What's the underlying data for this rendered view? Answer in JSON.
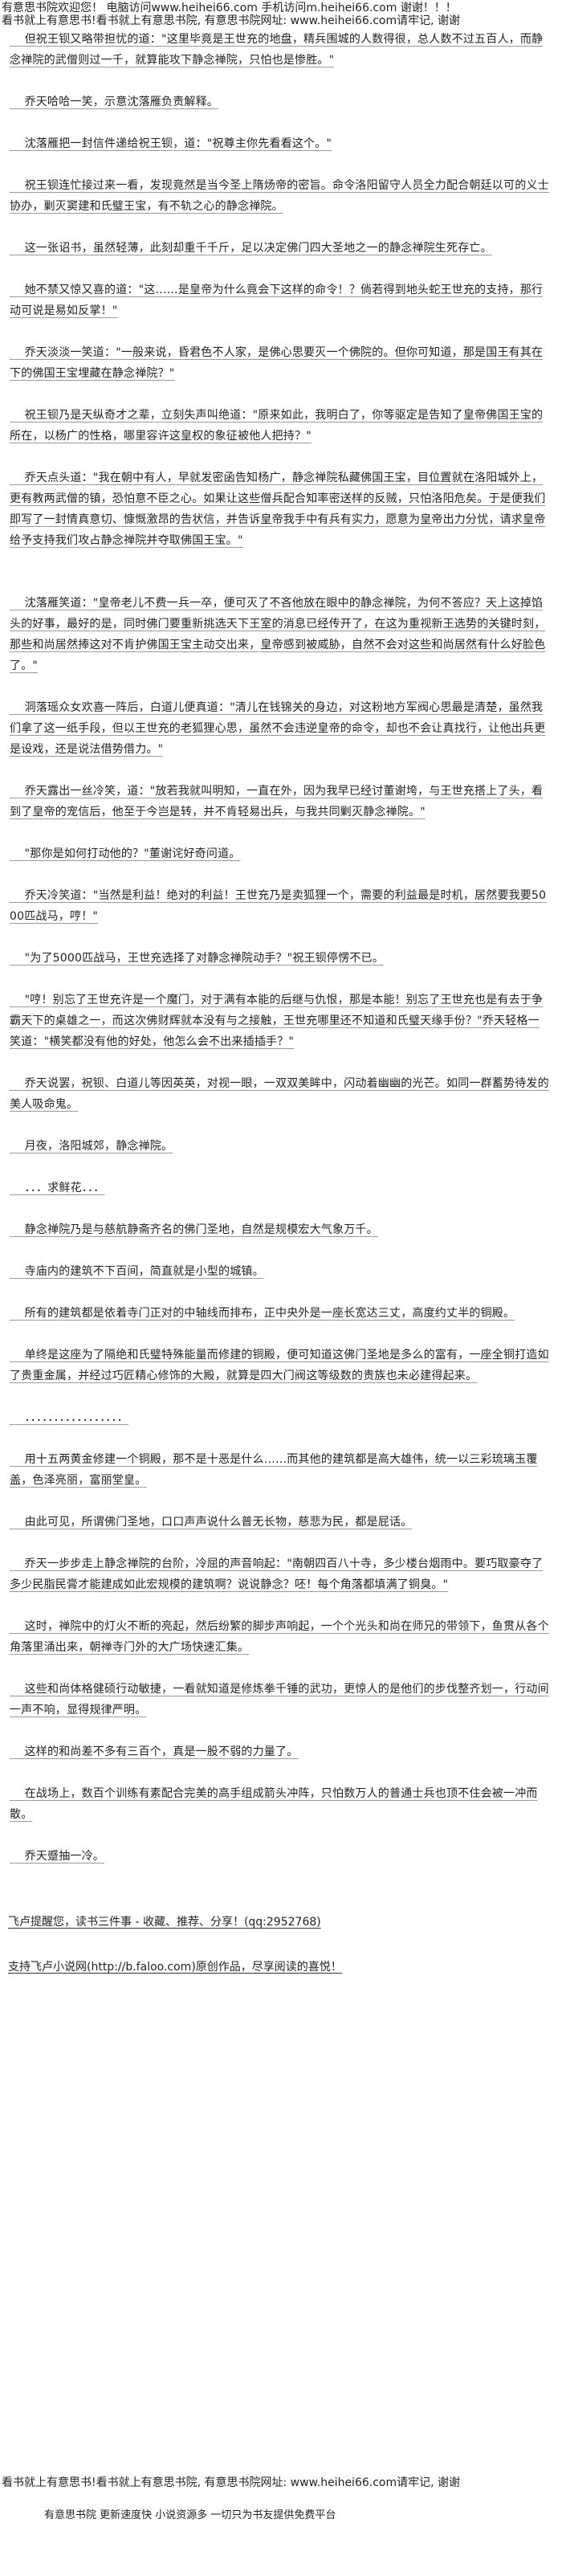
{
  "header": {
    "line1": "有意思书院欢迎您！ 电脑访问www.heihei66.com 手机访问m.heihei66.com 谢谢！！！",
    "line2": "看书就上有意思书!看书就上有意思书院, 有意思书院网址: www.heihei66.com请牢记, 谢谢"
  },
  "paragraphs": [
    "    但祝王钡又略带担忧的道：\"这里毕竟是王世充的地盘，精兵围城的人数得很，总人数不过五百人，而静念禅院的武僧则过一千，就算能攻下静念禅院，只怕也是惨胜。\"",
    "    乔天哈哈一笑，示意沈落雁负责解释。",
    "    沈落雁把一封信件递给祝王钡，道：\"祝尊主你先看看这个。\"",
    "    祝王钡连忙接过来一看，发现竟然是当今圣上隋炀帝的密旨。命令洛阳留守人员全力配合朝廷以可的义士协办，剿灭窦建和氏璧王宝，有不轨之心的静念禅院。",
    "    这一张诏书，虽然轻薄，此刻却重千千斤，足以决定佛门四大圣地之一的静念禅院生死存亡。",
    "    她不禁又惊又喜的道：\"这……是皇帝为什么竟会下这样的命令！？倘若得到地头蛇王世充的支持，那行动可说是易如反掌！\"",
    "    乔天淡淡一笑道：\"一般来说，昏君色不人家，是佛心思要灭一个佛院的。但你可知道，那是国王有其在下的佛国王宝埋藏在静念禅院？\"",
    "    祝王钡乃是天纵奇才之辈，立刻失声叫绝道：\"原来如此，我明白了，你等驱定是告知了皇帝佛国王宝的所在，以杨广的性格，哪里容许这皇权的象征被他人把持？\"",
    "    乔天点头道：\"我在朝中有人，早就发密函告知杨广，静念禅院私藏佛国王宝，目位置就在洛阳城外上，更有教两武僧的镇，恐怕意不臣之心。如果让这些僧兵配合知率密送样的反贼，只怕洛阳危矣。于是便我们即写了一封情真意切、慷慨激昂的告状信，并告诉皇帝我手中有兵有实力，愿意为皇帝出力分忧，请求皇帝给予支持我们攻占静念禅院并夺取佛国王宝。\"",
    "    沈落雁笑道：\"皇帝老儿不费一兵一卒，便可灭了不吝他放在眼中的静念禅院，为何不答应？天上这掉馅头的好事，最好的是，同时佛门要重新挑选天下王室的消息已经传开了，在这为重视新王选势的关键时刻，那些和尚居然捧这对不肯护佛国王宝主动交出来，皇帝感到被威胁，自然不会对这些和尚居然有什么好脸色了。\"",
    "    洞落瑶众女欢喜一阵后，白道儿便真道：\"清儿在钱锦关的身边，对这粉地方军阀心思最是清楚，虽然我们拿了这一纸手段，但以王世充的老狐狸心思，虽然不会违逆皇帝的命令，却也不会让真找行，让他出兵更是设戏，还是说法借势借力。\"",
    "    乔天露出一丝冷笑，道：\"放若我就叫明知，一直在外，因为我早已经讨董谢垮，与王世充搭上了头，看到了皇帝的宠信后，他至于今岂是转，并不肯轻易出兵，与我共同剿灭静念禅院。\"",
    "    \"那你是如何打动他的？\"董谢诧好奇问道。",
    "    乔天冷笑道：\"当然是利益！绝对的利益！王世充乃是卖狐狸一个，需要的利益最是时机，居然要我要5000匹战马，哼！\"",
    "    \"为了5000匹战马，王世充选择了对静念禅院动手？\"祝王钡停愣不已。",
    "    \"哼！别忘了王世充许是一个魔门，对于满有本能的后继与仇恨，那是本能！别忘了王世充也是有去于争霸天下的桌雄之一，而这次佛财辉就本没有与之接触，王世充哪里还不知道和氏璧天缘手份？\"乔天轻格一笑道：\"横笑都没有他的好处，他怎么会不出来插插手？\"",
    "    乔天说罢，祝钡、白道儿等因英英，对视一眼，一双双美眸中，闪动着幽幽的光芒。如同一群蓄势待发的美人吸命鬼。",
    "    月夜，洛阳城郊，静念禅院。",
    "    ．．．求鲜花．．．",
    "    静念禅院乃是与慈航静斋齐名的佛门圣地，自然是规模宏大气象万千。",
    "    寺庙内的建筑不下百间，简直就是小型的城镇。",
    "    所有的建筑都是依着寺门正对的中轴线而排布，正中央外是一座长宽达三丈，高度约丈半的铜殿。",
    "    单终是这座为了隔绝和氏璧特殊能量而修建的铜殿，便可知道这佛门圣地是多么的富有，一座全铜打造如了贵重金属，并经过巧匠精心修饰的大殿，就算是四大门阀这等级数的贵族也未必建得起来。",
    "    ．．．．．．．．．．．．．．．．．",
    "    用十五两黄金修建一个铜殿，那不是十恶是什么……而其他的建筑都是高大雄伟，统一以三彩琉璃玉覆盖，色泽亮丽，富丽堂皇。",
    "    由此可见，所谓佛门圣地，口口声声说什么普无长物，慈悲为民，都是屁话。",
    "    乔天一步步走上静念禅院的台阶，冷屈的声音响起：\"南朝四百八十寺，多少楼台烟雨中。要巧取豪夺了多少民脂民膏才能建成如此宏规模的建筑啊？说说静念？呸！每个角落都填满了铜臭。\"",
    "    这时，禅院中的灯火不断的亮起，然后纷繁的脚步声响起，一个个光头和尚在师兄的带领下，鱼贯从各个角落里涌出来，朝禅寺门外的大广场快速汇集。",
    "    这些和尚体格健硕行动敏捷，一看就知道是修炼拳千锤的武功，更惊人的是他们的步伐整齐划一，行动间一声不响，显得规律严明。",
    "    这样的和尚差不多有三百个，真是一股不弱的力量了。",
    "    在战场上，数百个训练有素配合完美的高手组成箭头冲阵，只怕数万人的普通士兵也顶不住会被一冲而散。",
    "    乔天蹙抽一冷。"
  ],
  "promos": [
    "飞卢提醒您，读书三件事 - 收藏、推荐、分享！(qq:2952768)",
    "支持飞卢小说网(http://b.faloo.com)原创作品，尽享阅读的喜悦！"
  ],
  "footer": {
    "line1": "看书就上有意思书!看书就上有意思书院, 有意思书院网址: www.heihei66.com请牢记, 谢谢",
    "line2": "有意思书院 更新速度快 小说资源多 一切只为书友提供免费平台"
  }
}
